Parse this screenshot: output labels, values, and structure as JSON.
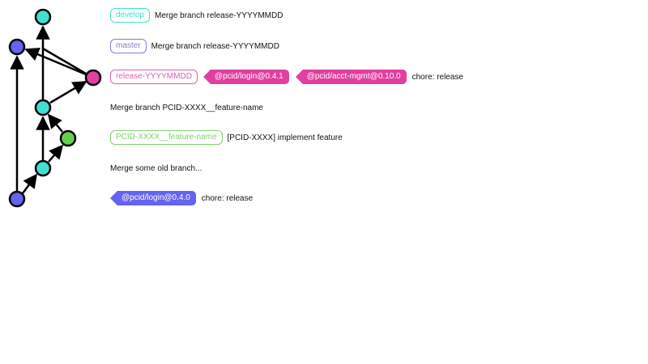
{
  "colors": {
    "develop": "#40e0d0",
    "master": "#6464f0",
    "release": "#e040a0",
    "feature": "#64d050",
    "edge": "#000000"
  },
  "commits": [
    {
      "branch_label": "develop",
      "branch_color": "#40e0d0",
      "tags": [],
      "message": "Merge branch release-YYYYMMDD"
    },
    {
      "branch_label": "master",
      "branch_color": "#8080d0",
      "tags": [],
      "message": "Merge branch release-YYYYMMDD"
    },
    {
      "branch_label": "release-YYYYMMDD",
      "branch_color": "#e060b0",
      "tags": [
        {
          "label": "@pcid/login@0.4.1",
          "color": "#e040a0"
        },
        {
          "label": "@pcid/acct-mgmt@0.10.0",
          "color": "#e040a0"
        }
      ],
      "message": "chore: release"
    },
    {
      "branch_label": null,
      "tags": [],
      "message": "Merge branch PCID-XXXX__feature-name"
    },
    {
      "branch_label": "PCID-XXXX__feature-name",
      "branch_color": "#80d070",
      "tags": [],
      "message": "[PCID-XXXX] implement feature"
    },
    {
      "branch_label": null,
      "tags": [],
      "message": "Merge some old branch..."
    },
    {
      "branch_label": null,
      "tags": [
        {
          "label": "@pcid/login@0.4.0",
          "color": "#6464f0"
        }
      ],
      "message": "chore: release"
    }
  ]
}
